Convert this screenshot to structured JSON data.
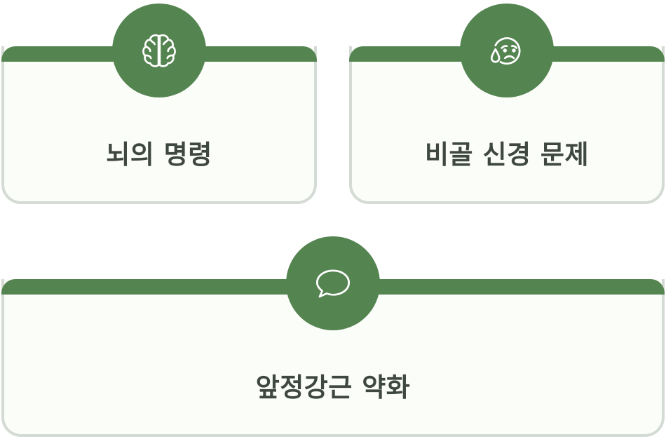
{
  "cards": [
    {
      "label": "뇌의 명령",
      "icon": "brain-icon"
    },
    {
      "label": "비골 신경 문제",
      "icon": "sad-face-icon"
    },
    {
      "label": "앞정강근 약화",
      "icon": "speech-bubble-icon"
    }
  ],
  "colors": {
    "accent": "#548450",
    "card_border": "#d4dbd4",
    "card_background": "#fbfdf9",
    "label_text": "#3f4741"
  }
}
